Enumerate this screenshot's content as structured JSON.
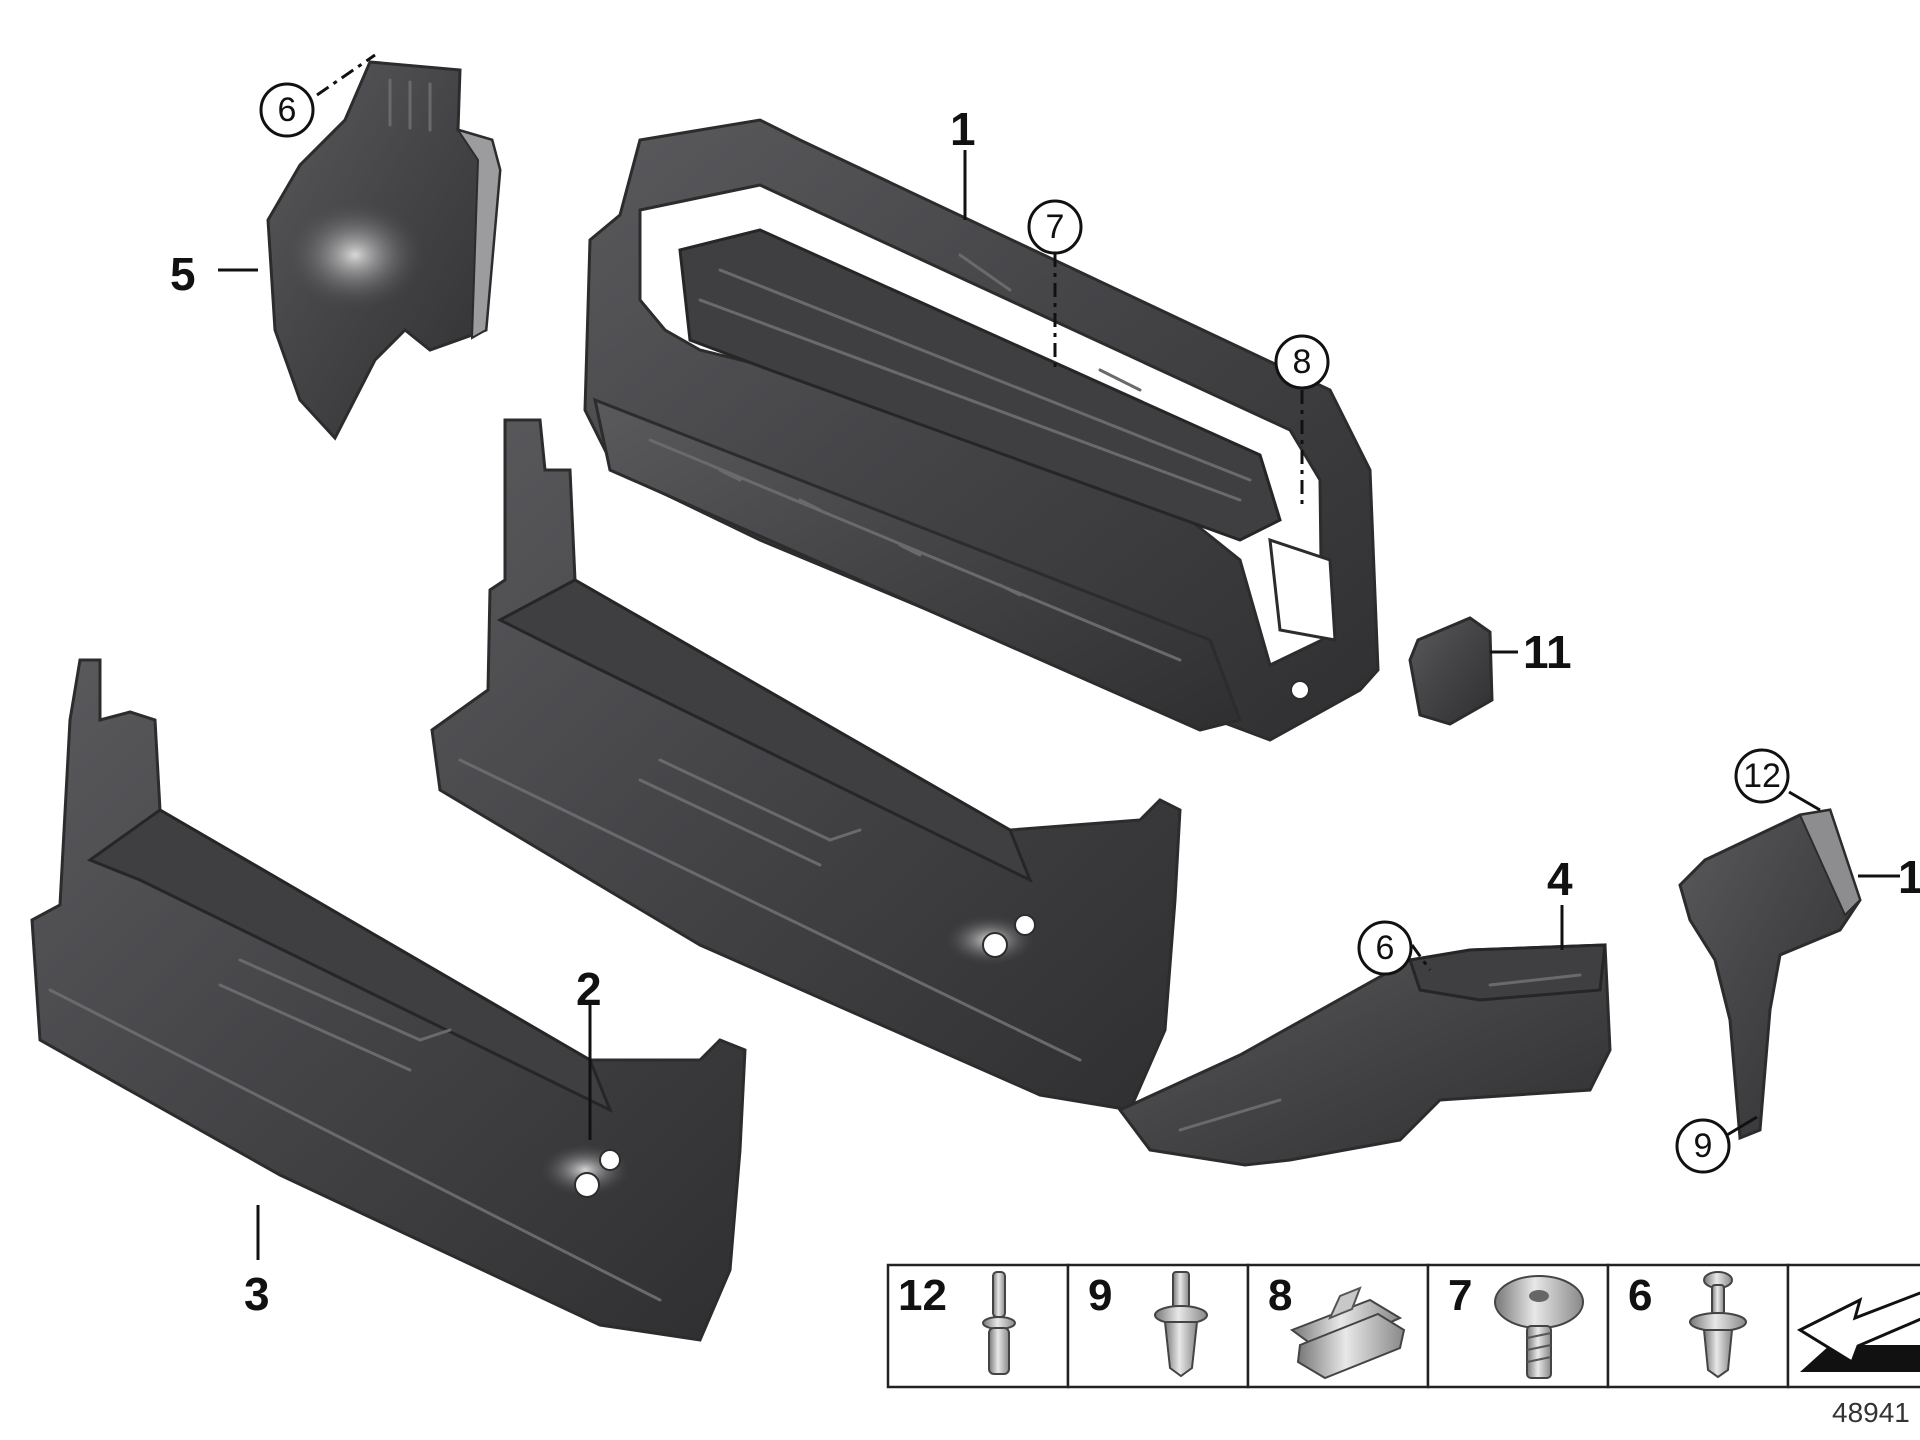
{
  "callouts": {
    "part_1": "1",
    "part_2": "2",
    "part_3": "3",
    "part_4": "4",
    "part_5": "5",
    "part_11": "11",
    "part_10_partial": "1"
  },
  "circled": {
    "c6_top": "6",
    "c7": "7",
    "c8": "8",
    "c6_right": "6",
    "c12": "12",
    "c9": "9"
  },
  "legend": {
    "cells": [
      {
        "label": "12",
        "item": "rivet"
      },
      {
        "label": "9",
        "item": "expanding-rivet"
      },
      {
        "label": "8",
        "item": "spring-nut"
      },
      {
        "label": "7",
        "item": "screw"
      },
      {
        "label": "6",
        "item": "push-pin"
      }
    ],
    "arrow_icon": "direction-arrow-icon"
  },
  "doc_number": "48941"
}
